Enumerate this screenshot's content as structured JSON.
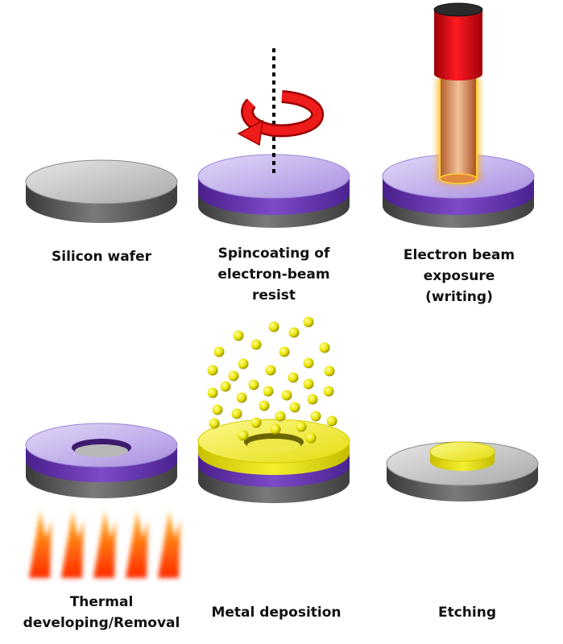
{
  "steps": [
    {
      "label_lines": [
        "Silicon wafer"
      ]
    },
    {
      "label_lines": [
        "Spincoating of",
        "electron-beam",
        "resist"
      ]
    },
    {
      "label_lines": [
        "Electron beam",
        "exposure",
        "(writing)"
      ]
    },
    {
      "label_lines": [
        "Thermal",
        "developing/Removal"
      ]
    },
    {
      "label_lines": [
        "Metal deposition"
      ]
    },
    {
      "label_lines": [
        "Etching"
      ]
    }
  ],
  "colors": {
    "silicon_top": "#cfcfcf",
    "silicon_side": "#5c5c5c",
    "resist_top": "#c8b8ec",
    "resist_side": "#6a3ab0",
    "metal": "#f2ee2a",
    "beam_column": "#e00010",
    "arrow": "#e81010"
  }
}
